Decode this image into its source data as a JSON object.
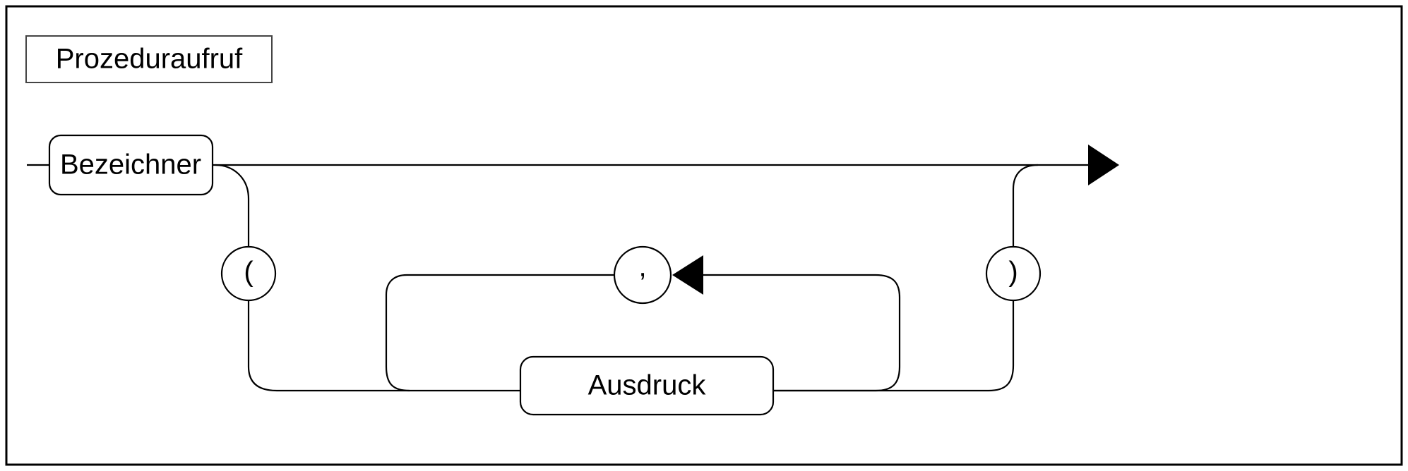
{
  "diagram": {
    "kind": "syntax-railroad-diagram",
    "title": "Prozeduraufruf",
    "language": "de",
    "frame": {
      "stroke": "#000000",
      "fill": "#ffffff"
    },
    "nodes": {
      "identifier": {
        "label": "Bezeichner",
        "type": "nonterminal"
      },
      "open_paren": {
        "label": "(",
        "type": "terminal"
      },
      "comma": {
        "label": ",",
        "type": "terminal"
      },
      "close_paren": {
        "label": ")",
        "type": "terminal"
      },
      "expression": {
        "label": "Ausdruck",
        "type": "nonterminal"
      }
    },
    "flow": {
      "entry_label": "",
      "exit_arrow": "▶",
      "loop_arrow": "◀"
    },
    "colors": {
      "line": "#000000",
      "box_fill": "#ffffff",
      "title_border": "#444444",
      "background": "#ffffff"
    }
  }
}
